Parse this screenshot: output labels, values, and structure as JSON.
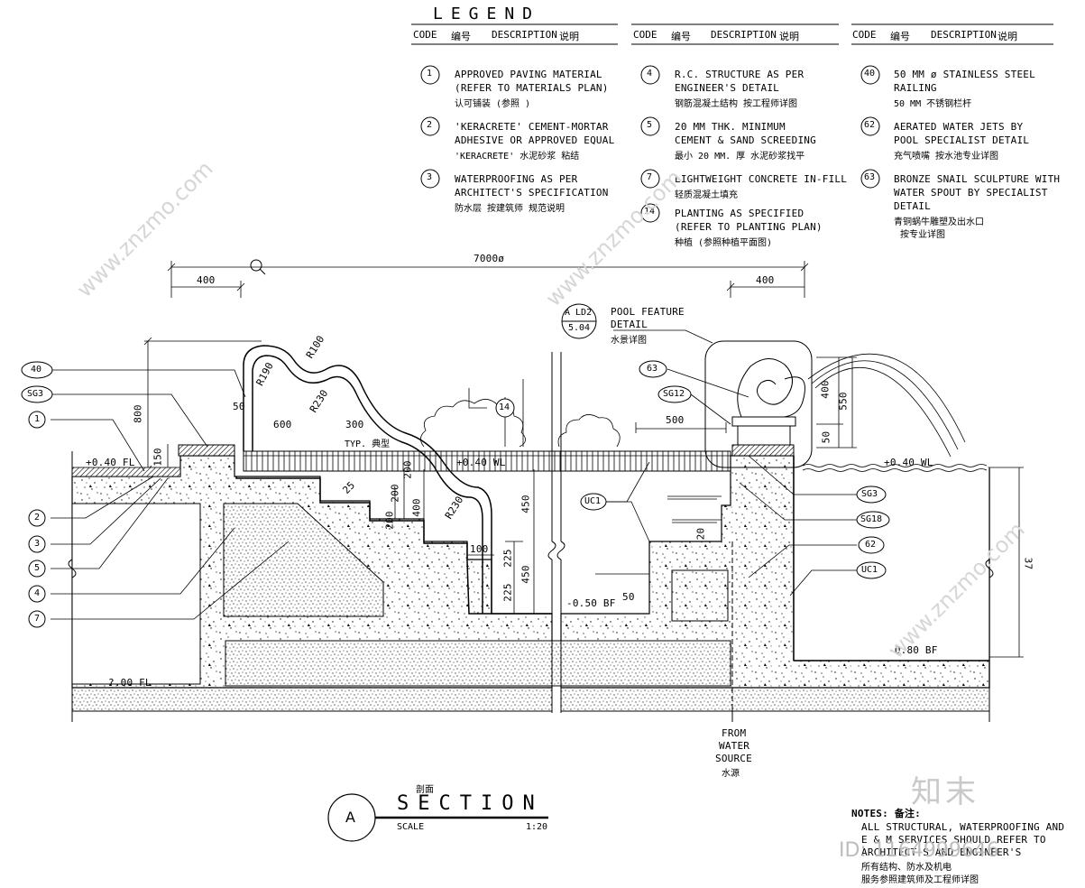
{
  "legend": {
    "title": "LEGEND",
    "columns": [
      {
        "code": "CODE",
        "code_cn": "编号",
        "desc": "DESCRIPTION",
        "desc_cn": "说明"
      },
      {
        "code": "CODE",
        "code_cn": "编号",
        "desc": "DESCRIPTION",
        "desc_cn": "说明"
      },
      {
        "code": "CODE",
        "code_cn": "编号",
        "desc": "DESCRIPTION",
        "desc_cn": "说明"
      }
    ],
    "items": [
      {
        "code": "1",
        "lines": [
          "APPROVED PAVING MATERIAL",
          "(REFER TO MATERIALS PLAN)",
          "认可铺装      (参照          )"
        ]
      },
      {
        "code": "2",
        "lines": [
          "'KERACRETE' CEMENT-MORTAR",
          "ADHESIVE OR APPROVED EQUAL",
          "'KERACRETE'    水泥砂浆    粘结"
        ]
      },
      {
        "code": "3",
        "lines": [
          "WATERPROOFING AS PER",
          "ARCHITECT'S SPECIFICATION",
          "防水层   按建筑师   规范说明"
        ]
      },
      {
        "code": "4",
        "lines": [
          "R.C. STRUCTURE AS PER",
          "ENGINEER'S DETAIL",
          "钢筋混凝土结构    按工程师详图"
        ]
      },
      {
        "code": "5",
        "lines": [
          "20 MM THK. MINIMUM",
          "CEMENT & SAND SCREEDING",
          "最小 20 MM. 厚 水泥砂浆找平"
        ]
      },
      {
        "code": "7",
        "lines": [
          "LIGHTWEIGHT CONCRETE IN-FILL",
          "轻质混凝土填充"
        ]
      },
      {
        "code": "14",
        "lines": [
          "PLANTING AS SPECIFIED",
          "(REFER TO PLANTING PLAN)",
          "  种植    (参照种植平面图)"
        ]
      },
      {
        "code": "40",
        "lines": [
          "50 MM ø STAINLESS STEEL",
          "RAILING",
          "50 MM   不锈钢栏杆"
        ]
      },
      {
        "code": "62",
        "lines": [
          "AERATED WATER JETS BY",
          "POOL SPECIALIST DETAIL",
          "充气喷嘴  按水池专业详图"
        ]
      },
      {
        "code": "63",
        "lines": [
          "BRONZE SNAIL SCULPTURE WITH",
          "WATER SPOUT BY SPECIALIST",
          "DETAIL",
          "青铜蜗牛雕塑及出水口",
          "按专业详图"
        ]
      }
    ]
  },
  "drawing": {
    "overall_dim": "7000ø",
    "dims": {
      "d400_left": "400",
      "d400_right": "400",
      "d800": "800",
      "d150": "150",
      "d50a": "50",
      "d600": "600",
      "d300": "300",
      "typ": "TYP. 典型",
      "r190": "R190",
      "r100": "R100",
      "r230a": "R230",
      "r230b": "R230",
      "d200a": "200",
      "d200b": "200",
      "d200c": "200",
      "d400v": "400",
      "d450a": "450",
      "d450b": "450",
      "d225a": "225",
      "d225b": "225",
      "d100": "100",
      "d50b": "50",
      "d25": "25",
      "d500": "500",
      "d400r": "400",
      "d550": "550",
      "d50c": "50",
      "d20": "20",
      "d37": "37"
    },
    "levels": {
      "fl_top": "+0.40  FL",
      "wl_left": "+0.40  WL",
      "wl_right": "+0.40  WL",
      "fl_bottom": "?.00  FL",
      "bf1": "-0.50  BF",
      "bf2": "-0.80  BF"
    },
    "tags": {
      "t40": "40",
      "sg3a": "SG3",
      "c1": "1",
      "c2": "2",
      "c3": "3",
      "c5": "5",
      "c4": "4",
      "c7": "7",
      "c14": "14",
      "b3": "63",
      "sg12": "SG12",
      "uc1a": "UC1",
      "uc1b": "UC1",
      "sg3b": "SG3",
      "sg18": "SG18",
      "b2": "62"
    },
    "callout": {
      "top": "A  LD2",
      "bottom": "5.04",
      "line1": "POOL FEATURE",
      "line2": "DETAIL",
      "line3": "水景详图"
    },
    "from_water": [
      "FROM",
      "WATER",
      "SOURCE",
      "水源"
    ]
  },
  "section": {
    "marker": "A",
    "cn": "剖面",
    "title": "SECTION",
    "scale_label": "SCALE",
    "scale": "1:20"
  },
  "notes": {
    "label": "NOTES: 备注:",
    "lines": [
      "ALL STRUCTURAL, WATERPROOFING AND",
      "E & M SERVICES SHOULD REFER TO",
      "ARCHITECT'S AND ENGINEER'S",
      "所有结构、防水及机电",
      "服务参照建筑师及工程师详图"
    ]
  },
  "watermarks": {
    "brand": "知末",
    "site": "www.znzmo.com",
    "id": "ID: 1164999646"
  }
}
